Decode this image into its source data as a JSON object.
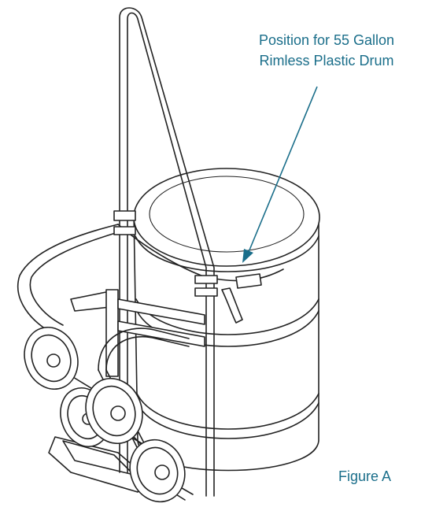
{
  "callout": {
    "line1": "Position for 55 Gallon",
    "line2": "Rimless Plastic Drum"
  },
  "caption": "Figure A",
  "colors": {
    "accent": "#1a6e8a",
    "line": "#222222"
  },
  "icons": [
    "drum",
    "hand-truck",
    "wheel",
    "pointer-arrow"
  ]
}
